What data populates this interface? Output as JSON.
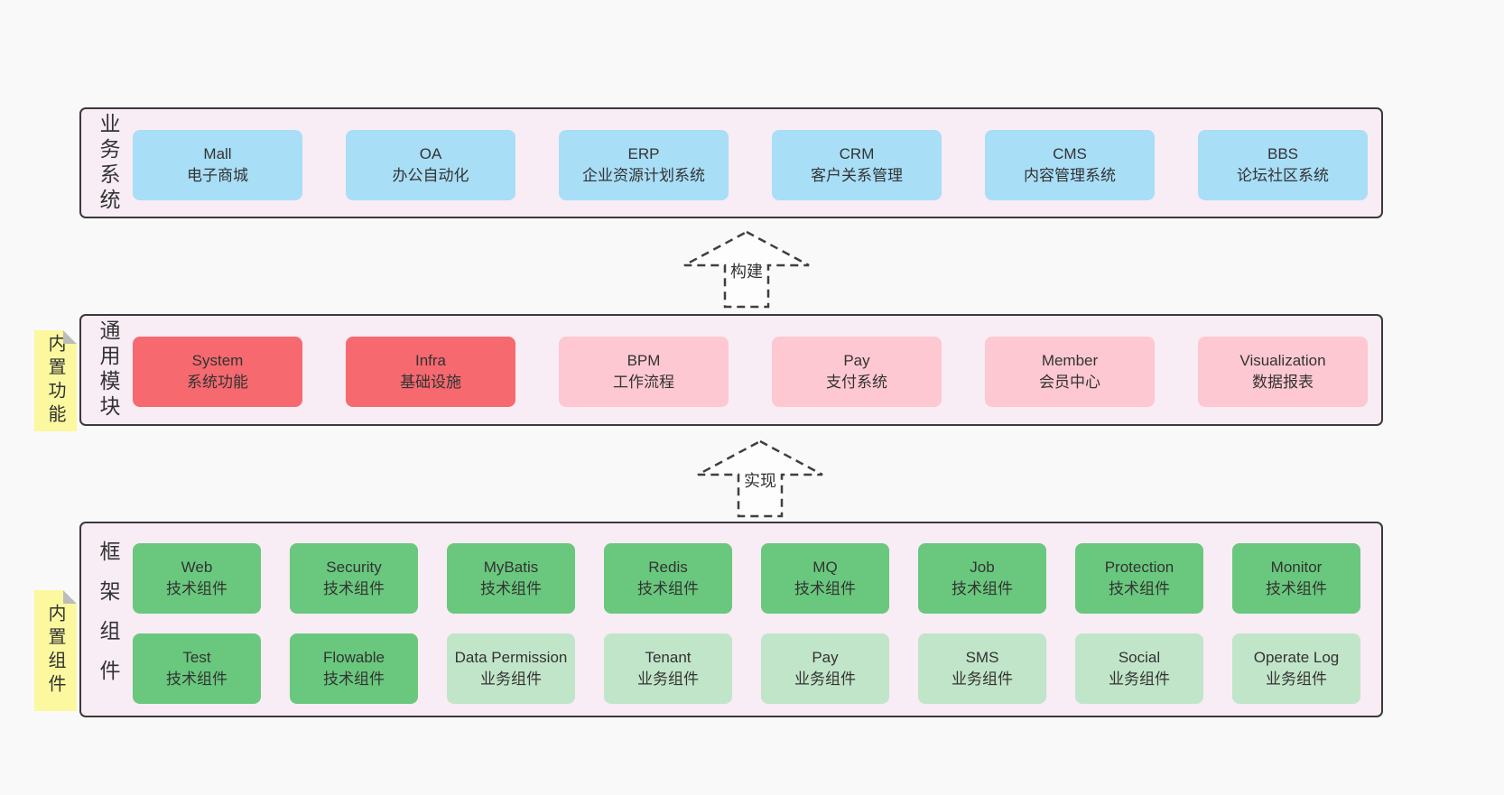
{
  "layers": [
    {
      "label": "业务系统",
      "boxes": [
        {
          "title": "Mall",
          "subtitle": "电子商城",
          "variant": "blue"
        },
        {
          "title": "OA",
          "subtitle": "办公自动化",
          "variant": "blue"
        },
        {
          "title": "ERP",
          "subtitle": "企业资源计划系统",
          "variant": "blue"
        },
        {
          "title": "CRM",
          "subtitle": "客户关系管理",
          "variant": "blue"
        },
        {
          "title": "CMS",
          "subtitle": "内容管理系统",
          "variant": "blue"
        },
        {
          "title": "BBS",
          "subtitle": "论坛社区系统",
          "variant": "blue"
        }
      ]
    },
    {
      "label": "通用模块",
      "note": "内置功能",
      "boxes": [
        {
          "title": "System",
          "subtitle": "系统功能",
          "variant": "red"
        },
        {
          "title": "Infra",
          "subtitle": "基础设施",
          "variant": "red"
        },
        {
          "title": "BPM",
          "subtitle": "工作流程",
          "variant": "pink"
        },
        {
          "title": "Pay",
          "subtitle": "支付系统",
          "variant": "pink"
        },
        {
          "title": "Member",
          "subtitle": "会员中心",
          "variant": "pink"
        },
        {
          "title": "Visualization",
          "subtitle": "数据报表",
          "variant": "pink"
        }
      ]
    },
    {
      "label": "框架组件",
      "note": "内置组件",
      "rows": [
        [
          {
            "title": "Web",
            "subtitle": "技术组件",
            "variant": "green"
          },
          {
            "title": "Security",
            "subtitle": "技术组件",
            "variant": "green"
          },
          {
            "title": "MyBatis",
            "subtitle": "技术组件",
            "variant": "green"
          },
          {
            "title": "Redis",
            "subtitle": "技术组件",
            "variant": "green"
          },
          {
            "title": "MQ",
            "subtitle": "技术组件",
            "variant": "green"
          },
          {
            "title": "Job",
            "subtitle": "技术组件",
            "variant": "green"
          },
          {
            "title": "Protection",
            "subtitle": "技术组件",
            "variant": "green"
          },
          {
            "title": "Monitor",
            "subtitle": "技术组件",
            "variant": "green"
          }
        ],
        [
          {
            "title": "Test",
            "subtitle": "技术组件",
            "variant": "green"
          },
          {
            "title": "Flowable",
            "subtitle": "技术组件",
            "variant": "green"
          },
          {
            "title": "Data Permission",
            "subtitle": "业务组件",
            "variant": "green-light"
          },
          {
            "title": "Tenant",
            "subtitle": "业务组件",
            "variant": "green-light"
          },
          {
            "title": "Pay",
            "subtitle": "业务组件",
            "variant": "green-light"
          },
          {
            "title": "SMS",
            "subtitle": "业务组件",
            "variant": "green-light"
          },
          {
            "title": "Social",
            "subtitle": "业务组件",
            "variant": "green-light"
          },
          {
            "title": "Operate Log",
            "subtitle": "业务组件",
            "variant": "green-light"
          }
        ]
      ]
    }
  ],
  "arrows": [
    {
      "label": "构建"
    },
    {
      "label": "实现"
    }
  ],
  "colors": {
    "page_bg": "#f9f9f9",
    "panel_bg": "#f8ecf5",
    "panel_border": "#3a3a3a",
    "box_blue": "#a9def7",
    "box_red": "#f5696f",
    "box_pink": "#fdc8d1",
    "box_green": "#69c87d",
    "box_green_light": "#c1e5c9",
    "note_yellow": "#fbf89f",
    "text": "#333333"
  }
}
